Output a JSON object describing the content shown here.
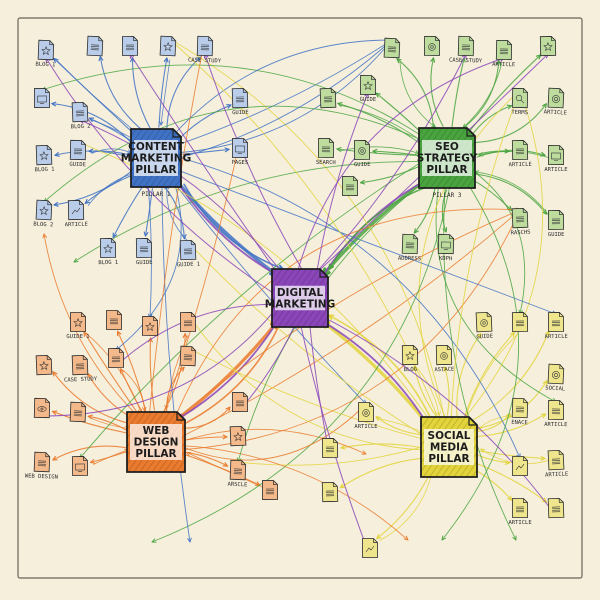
{
  "colors": {
    "background": "#f6efdc",
    "content": "#3f72c4",
    "seo": "#49a43f",
    "web": "#ea7a2d",
    "social": "#e2d43a",
    "digital": "#8a45b8"
  },
  "center": {
    "lines": [
      "DIGITAL",
      "MARKETING"
    ],
    "color_key": "digital"
  },
  "pillars": [
    {
      "id": "content",
      "lines": [
        "CONTENT",
        "MARKETING",
        "PILLAR"
      ],
      "sublabel": "PILLAR 1",
      "color_key": "content",
      "docs": [
        {
          "label": "BLOG 1",
          "icon": "star-icon"
        },
        {
          "label": "",
          "icon": "text-lines-icon"
        },
        {
          "label": "",
          "icon": "text-lines-icon"
        },
        {
          "label": "",
          "icon": "star-icon"
        },
        {
          "label": "CASE STUDY",
          "icon": "text-lines-icon"
        },
        {
          "label": "",
          "icon": "monitor-icon"
        },
        {
          "label": "BLOG 2",
          "icon": "text-lines-icon"
        },
        {
          "label": "GUIDE",
          "icon": "text-lines-icon"
        },
        {
          "label": "BLOG 1",
          "icon": "star-icon"
        },
        {
          "label": "GUIDE",
          "icon": "text-lines-icon"
        },
        {
          "label": "PAGES",
          "icon": "monitor-icon"
        },
        {
          "label": "BLOG 2",
          "icon": "star-icon"
        },
        {
          "label": "ARTICLE",
          "icon": "chart-icon"
        },
        {
          "label": "BLOG 1",
          "icon": "star-icon"
        },
        {
          "label": "GUIDE",
          "icon": "text-lines-icon"
        },
        {
          "label": "GUIDE 1",
          "icon": "text-lines-icon"
        }
      ]
    },
    {
      "id": "seo",
      "lines": [
        "SEO",
        "STRATEGY",
        "PILLAR"
      ],
      "sublabel": "PILLAR 3",
      "color_key": "seo",
      "docs": [
        {
          "label": "",
          "icon": "text-lines-icon"
        },
        {
          "label": "",
          "icon": "gear-icon"
        },
        {
          "label": "CASE STUDY",
          "icon": "text-lines-icon"
        },
        {
          "label": "ARTICLE",
          "icon": "text-lines-icon"
        },
        {
          "label": "",
          "icon": "star-icon"
        },
        {
          "label": "GUIDE",
          "icon": "star-icon"
        },
        {
          "label": "",
          "icon": "text-lines-icon"
        },
        {
          "label": "TERMS",
          "icon": "magnifier-icon"
        },
        {
          "label": "ARTICLE",
          "icon": "target-icon"
        },
        {
          "label": "SEARCH",
          "icon": "text-lines-icon"
        },
        {
          "label": "GUIDE",
          "icon": "gear-icon"
        },
        {
          "label": "ARTICLE",
          "icon": "text-lines-icon"
        },
        {
          "label": "ARTICLE",
          "icon": "monitor-icon"
        },
        {
          "label": "",
          "icon": "text-lines-icon"
        },
        {
          "label": "RASCHS",
          "icon": "text-lines-icon"
        },
        {
          "label": "GUIDE",
          "icon": "text-lines-icon"
        },
        {
          "label": "ADDRESS",
          "icon": "text-lines-icon"
        },
        {
          "label": "KDPH",
          "icon": "monitor-icon"
        }
      ]
    },
    {
      "id": "web",
      "lines": [
        "WEB",
        "DESIGN",
        "PILLAR"
      ],
      "sublabel": "",
      "color_key": "web",
      "docs": [
        {
          "label": "GUIDE 1",
          "icon": "star-icon"
        },
        {
          "label": "",
          "icon": "text-lines-icon"
        },
        {
          "label": "",
          "icon": "star-icon"
        },
        {
          "label": "",
          "icon": "text-lines-icon"
        },
        {
          "label": "",
          "icon": "star-icon"
        },
        {
          "label": "CASE STUDY",
          "icon": "text-lines-icon"
        },
        {
          "label": "",
          "icon": "text-lines-icon"
        },
        {
          "label": "",
          "icon": "text-lines-icon"
        },
        {
          "label": "",
          "icon": "eye-icon"
        },
        {
          "label": "",
          "icon": "text-lines-icon"
        },
        {
          "label": "",
          "icon": "text-lines-icon"
        },
        {
          "label": "ARSCLE",
          "icon": "text-lines-icon"
        },
        {
          "label": "",
          "icon": "text-lines-icon"
        },
        {
          "label": "",
          "icon": "star-icon"
        },
        {
          "label": "WEB DESIGN",
          "icon": "text-lines-icon"
        },
        {
          "label": "",
          "icon": "monitor-icon"
        }
      ]
    },
    {
      "id": "social",
      "lines": [
        "SOCIAL",
        "MEDIA",
        "PILLAR"
      ],
      "sublabel": "",
      "color_key": "social",
      "docs": [
        {
          "label": "BLOG",
          "icon": "star-icon"
        },
        {
          "label": "ASTACE",
          "icon": "gear-icon"
        },
        {
          "label": "GUIDE",
          "icon": "gear-icon"
        },
        {
          "label": "",
          "icon": "text-lines-icon"
        },
        {
          "label": "ARTICLE",
          "icon": "text-lines-icon"
        },
        {
          "label": "SOCIAL",
          "icon": "target-icon"
        },
        {
          "label": "ENACE",
          "icon": "text-lines-icon"
        },
        {
          "label": "ARTICLE",
          "icon": "text-lines-icon"
        },
        {
          "label": "",
          "icon": "chart-icon"
        },
        {
          "label": "ARTICLE",
          "icon": "text-lines-icon"
        },
        {
          "label": "ARTICLE",
          "icon": "text-lines-icon"
        },
        {
          "label": "",
          "icon": "text-lines-icon"
        },
        {
          "label": "ARTICLE",
          "icon": "gear-icon"
        },
        {
          "label": "",
          "icon": "text-lines-icon"
        },
        {
          "label": "",
          "icon": "text-lines-icon"
        },
        {
          "label": "",
          "icon": "chart-icon"
        }
      ]
    }
  ]
}
